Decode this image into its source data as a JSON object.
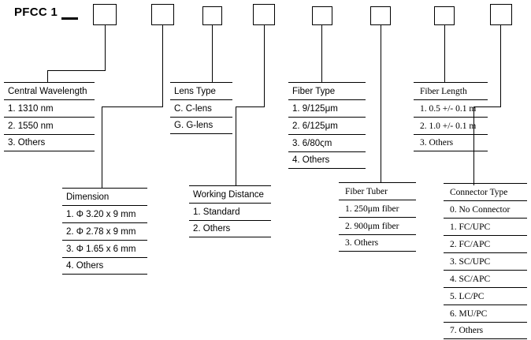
{
  "title": {
    "text": "PFCC 1",
    "dash": "—"
  },
  "colors": {
    "line": "#000000",
    "background": "#ffffff",
    "text": "#000000"
  },
  "code_boxes": [
    {
      "name": "code-box-central-wavelength",
      "value": ""
    },
    {
      "name": "code-box-dimension",
      "value": ""
    },
    {
      "name": "code-box-lens-type",
      "value": ""
    },
    {
      "name": "code-box-working-distance",
      "value": ""
    },
    {
      "name": "code-box-fiber-type",
      "value": ""
    },
    {
      "name": "code-box-fiber-tuber",
      "value": ""
    },
    {
      "name": "code-box-fiber-length",
      "value": ""
    },
    {
      "name": "code-box-connector-type",
      "value": ""
    }
  ],
  "blocks": {
    "central_wavelength": {
      "header": "Central Wavelength",
      "options": [
        "1. 1310 nm",
        "2. 1550 nm",
        "3. Others"
      ]
    },
    "dimension": {
      "header": "Dimension",
      "options": [
        "1. Φ 3.20 x 9 mm",
        "2. Φ 2.78 x 9 mm",
        "3. Φ 1.65 x 6 mm",
        "4. Others"
      ]
    },
    "lens_type": {
      "header": "Lens Type",
      "options": [
        "C. C-lens",
        "G. G-lens"
      ]
    },
    "working_distance": {
      "header": "Working Distance",
      "options": [
        "1. Standard",
        "2. Others"
      ]
    },
    "fiber_type": {
      "header": "Fiber Type",
      "options": [
        "1. 9/125μm",
        "2. 6/125μm",
        "3. 6/80ςm",
        "4. Others"
      ]
    },
    "fiber_tuber": {
      "header": "Fiber Tuber",
      "options": [
        "1. 250μm fiber",
        "2. 900μm fiber",
        "3. Others"
      ]
    },
    "fiber_length": {
      "header": "Fiber Length",
      "options": [
        "1. 0.5 +/- 0.1 m",
        "2. 1.0 +/- 0.1 m",
        "3. Others"
      ]
    },
    "connector_type": {
      "header": "Connector Type",
      "options": [
        "0.  No Connector",
        "1.  FC/UPC",
        "2.  FC/APC",
        "3.  SC/UPC",
        "4.  SC/APC",
        "5.  LC/PC",
        "6.  MU/PC",
        "7.  Others"
      ]
    }
  }
}
